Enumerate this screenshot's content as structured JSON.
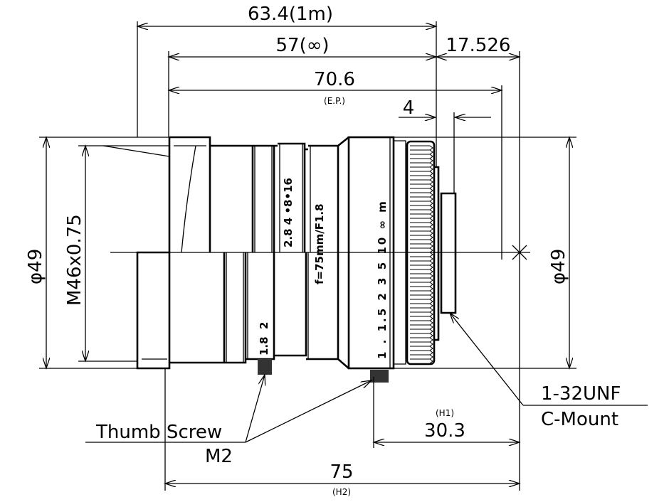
{
  "dimensions": {
    "overall_1m": "63.4(1m)",
    "overall_inf": "57(∞)",
    "back_focus": "17.526",
    "entrance_pupil": "70.6",
    "entrance_pupil_note": "(E.P.)",
    "flange_step": "4",
    "diameter_left": "φ49",
    "filter_thread": "M46x0.75",
    "diameter_right": "φ49",
    "h1_value": "30.3",
    "h1_label": "(H1)",
    "h2_value": "75",
    "h2_label": "(H2)"
  },
  "callouts": {
    "thumb_screw": "Thumb Screw",
    "thumb_screw_size": "M2",
    "mount_thread": "1-32UNF",
    "mount_type": "C-Mount"
  },
  "lens_markings": {
    "aperture_scale": "2.8 4 •8•16",
    "aperture_low": "1.8  2",
    "focal": "f=75mm/F1.8",
    "distance_scale": "1 . 1.5 2 3 5 10 ∞ m"
  }
}
